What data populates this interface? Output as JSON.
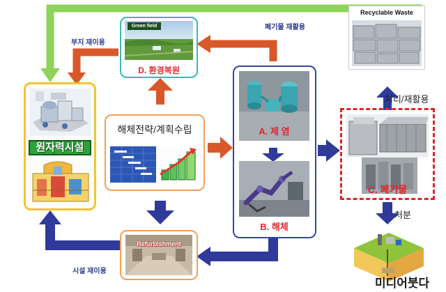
{
  "nodes": {
    "plant": {
      "label": "원자력시설"
    },
    "green_field": {
      "caption": "Green field",
      "label": "D. 환경복원"
    },
    "planning": {
      "label": "해체전략/계획수립"
    },
    "decon": {
      "label": "A. 제 염"
    },
    "dismantle": {
      "label": "B. 해체"
    },
    "waste": {
      "label": "C. 폐기물"
    },
    "recyclable": {
      "caption": "Recyclable Waste"
    },
    "refurbishment": {
      "caption": "Refurbishment"
    },
    "disposal": {
      "label": "처분"
    }
  },
  "edges": {
    "site_reuse": "부지 재이용",
    "waste_recycle": "폐기물 재활용",
    "treat_recycle": "처리/재활용",
    "facility_reuse": "시설 재이용"
  },
  "watermark": "미디어붓다",
  "colors": {
    "green_arrow": "#8ed35a",
    "orange_arrow": "#d9582a",
    "blue_arrow": "#2f3a9a",
    "dashed_red": "#e0262a",
    "label_red": "#e0262a",
    "label_blue": "#2b3b8e"
  }
}
